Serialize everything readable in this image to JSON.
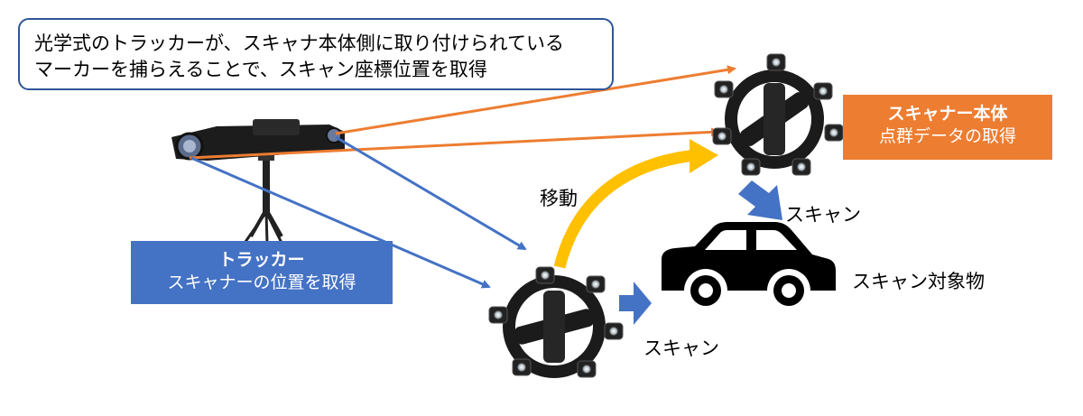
{
  "callout": {
    "line1": "光学式のトラッカーが、スキャナ本体側に取り付けられている",
    "line2": "マーカーを捕らえることで、スキャン座標位置を取得"
  },
  "tracker_label": {
    "title": "トラッカー",
    "subtitle": "スキャナーの位置を取得"
  },
  "scanner_label": {
    "title": "スキャナー本体",
    "subtitle": "点群データの取得"
  },
  "move_label": "移動",
  "scan_label_top": "スキャン",
  "scan_label_bottom": "スキャン",
  "target_label": "スキャン対象物",
  "colors": {
    "orange": "#ed7d31",
    "blue": "#4472c4",
    "yellow": "#ffc000",
    "dark_blue": "#2f5597"
  }
}
